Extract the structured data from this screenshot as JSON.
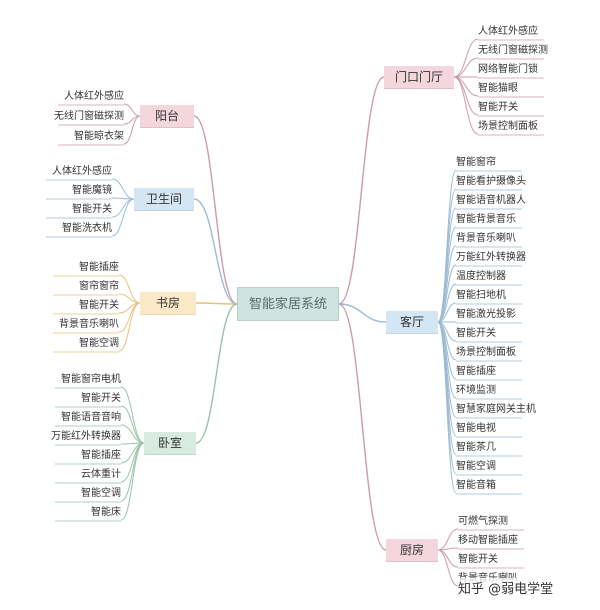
{
  "root": {
    "label": "智能家居系统",
    "color": "#cfe3e1"
  },
  "branches": [
    {
      "id": "menkou",
      "label": "门口门厅",
      "color": "#f3d6de",
      "line": "#cf9aac",
      "items": [
        "人体红外感应",
        "无线门窗磁探测",
        "网络智能门锁",
        "智能猫眼",
        "智能开关",
        "场景控制面板"
      ]
    },
    {
      "id": "yangtai",
      "label": "阳台",
      "color": "#f3d6de",
      "line": "#cf9aac",
      "items": [
        "人体红外感应",
        "无线门窗磁探测",
        "智能晾衣架"
      ]
    },
    {
      "id": "weishengjian",
      "label": "卫生间",
      "color": "#d4e5f3",
      "line": "#9dbbd4",
      "items": [
        "人体红外感应",
        "智能魔镜",
        "智能开关",
        "智能洗衣机"
      ]
    },
    {
      "id": "kefang",
      "label": "客厅",
      "color": "#d4e5f3",
      "line": "#9dbbd4",
      "items": [
        "智能窗帘",
        "智能看护摄像头",
        "智能语音机器人",
        "智能背景音乐",
        "背景音乐喇叭",
        "万能红外转换器",
        "温度控制器",
        "智能扫地机",
        "智能激光投影",
        "智能开关",
        "场景控制面板",
        "智能插座",
        "环境监测",
        "智慧家庭网关主机",
        "智能电视",
        "智能茶几",
        "智能空调",
        "智能音箱"
      ]
    },
    {
      "id": "shufang",
      "label": "书房",
      "color": "#fae8c6",
      "line": "#e6c27a",
      "items": [
        "智能插座",
        "窗帘窗帘",
        "智能开关",
        "背景音乐喇叭",
        "智能空调"
      ]
    },
    {
      "id": "woshi",
      "label": "卧室",
      "color": "#d8ebe0",
      "line": "#98c3a9",
      "items": [
        "智能窗帘电机",
        "智能开关",
        "智能语音音响",
        "万能红外转换器",
        "智能插座",
        "云体重计",
        "智能空调",
        "智能床"
      ]
    },
    {
      "id": "chufang",
      "label": "厨房",
      "color": "#f3d6de",
      "line": "#cf9aac",
      "items": [
        "可燃气探测",
        "移动智能插座",
        "智能开关",
        "背景音乐喇叭"
      ]
    }
  ],
  "watermark": "知乎 @弱电学堂"
}
